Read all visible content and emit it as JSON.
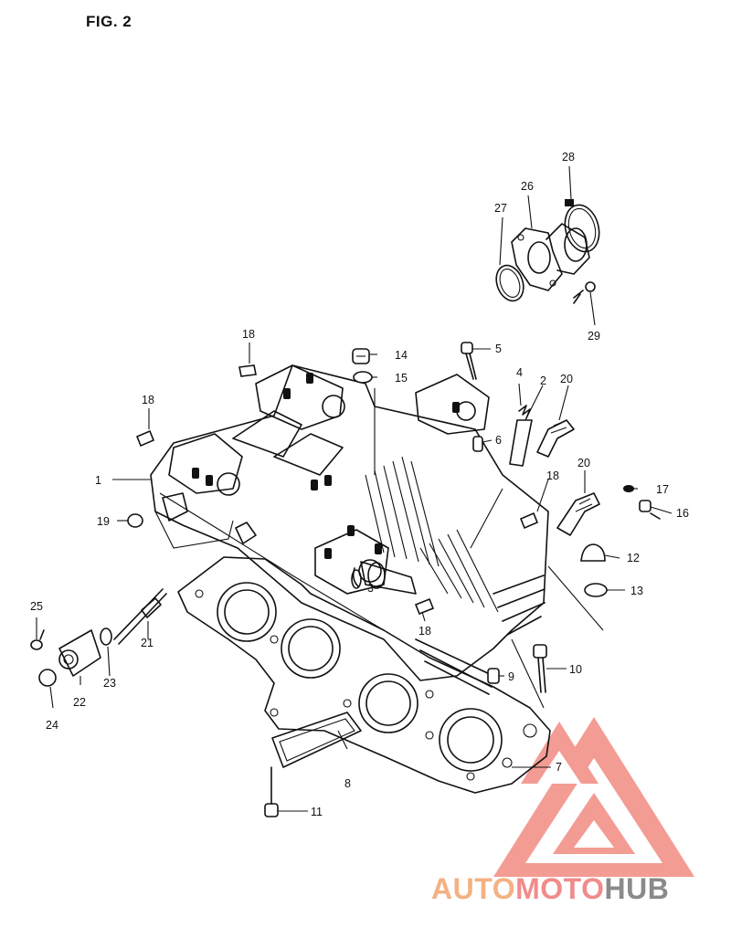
{
  "figure": {
    "title": "FIG. 2"
  },
  "watermark": {
    "part1": "AUTO",
    "part2": "MOTO",
    "part3": "HUB",
    "colors": {
      "auto": "#f4b183",
      "moto": "#f08c8c",
      "hub": "#8a8a8a",
      "logo": "#f28b82"
    }
  },
  "callouts": [
    {
      "id": "c1",
      "label": "1"
    },
    {
      "id": "c2",
      "label": "2"
    },
    {
      "id": "c3",
      "label": "3"
    },
    {
      "id": "c4",
      "label": "4"
    },
    {
      "id": "c5",
      "label": "5"
    },
    {
      "id": "c6",
      "label": "6"
    },
    {
      "id": "c7",
      "label": "7"
    },
    {
      "id": "c8",
      "label": "8"
    },
    {
      "id": "c9",
      "label": "9"
    },
    {
      "id": "c10",
      "label": "10"
    },
    {
      "id": "c11",
      "label": "11"
    },
    {
      "id": "c12",
      "label": "12"
    },
    {
      "id": "c13",
      "label": "13"
    },
    {
      "id": "c14",
      "label": "14"
    },
    {
      "id": "c15",
      "label": "15"
    },
    {
      "id": "c16",
      "label": "16"
    },
    {
      "id": "c17",
      "label": "17"
    },
    {
      "id": "c18a",
      "label": "18"
    },
    {
      "id": "c18b",
      "label": "18"
    },
    {
      "id": "c18c",
      "label": "18"
    },
    {
      "id": "c18d",
      "label": "18"
    },
    {
      "id": "c19",
      "label": "19"
    },
    {
      "id": "c20a",
      "label": "20"
    },
    {
      "id": "c20b",
      "label": "20"
    },
    {
      "id": "c21",
      "label": "21"
    },
    {
      "id": "c22",
      "label": "22"
    },
    {
      "id": "c23",
      "label": "23"
    },
    {
      "id": "c24",
      "label": "24"
    },
    {
      "id": "c25",
      "label": "25"
    },
    {
      "id": "c26",
      "label": "26"
    },
    {
      "id": "c27",
      "label": "27"
    },
    {
      "id": "c28",
      "label": "28"
    },
    {
      "id": "c29",
      "label": "29"
    }
  ]
}
